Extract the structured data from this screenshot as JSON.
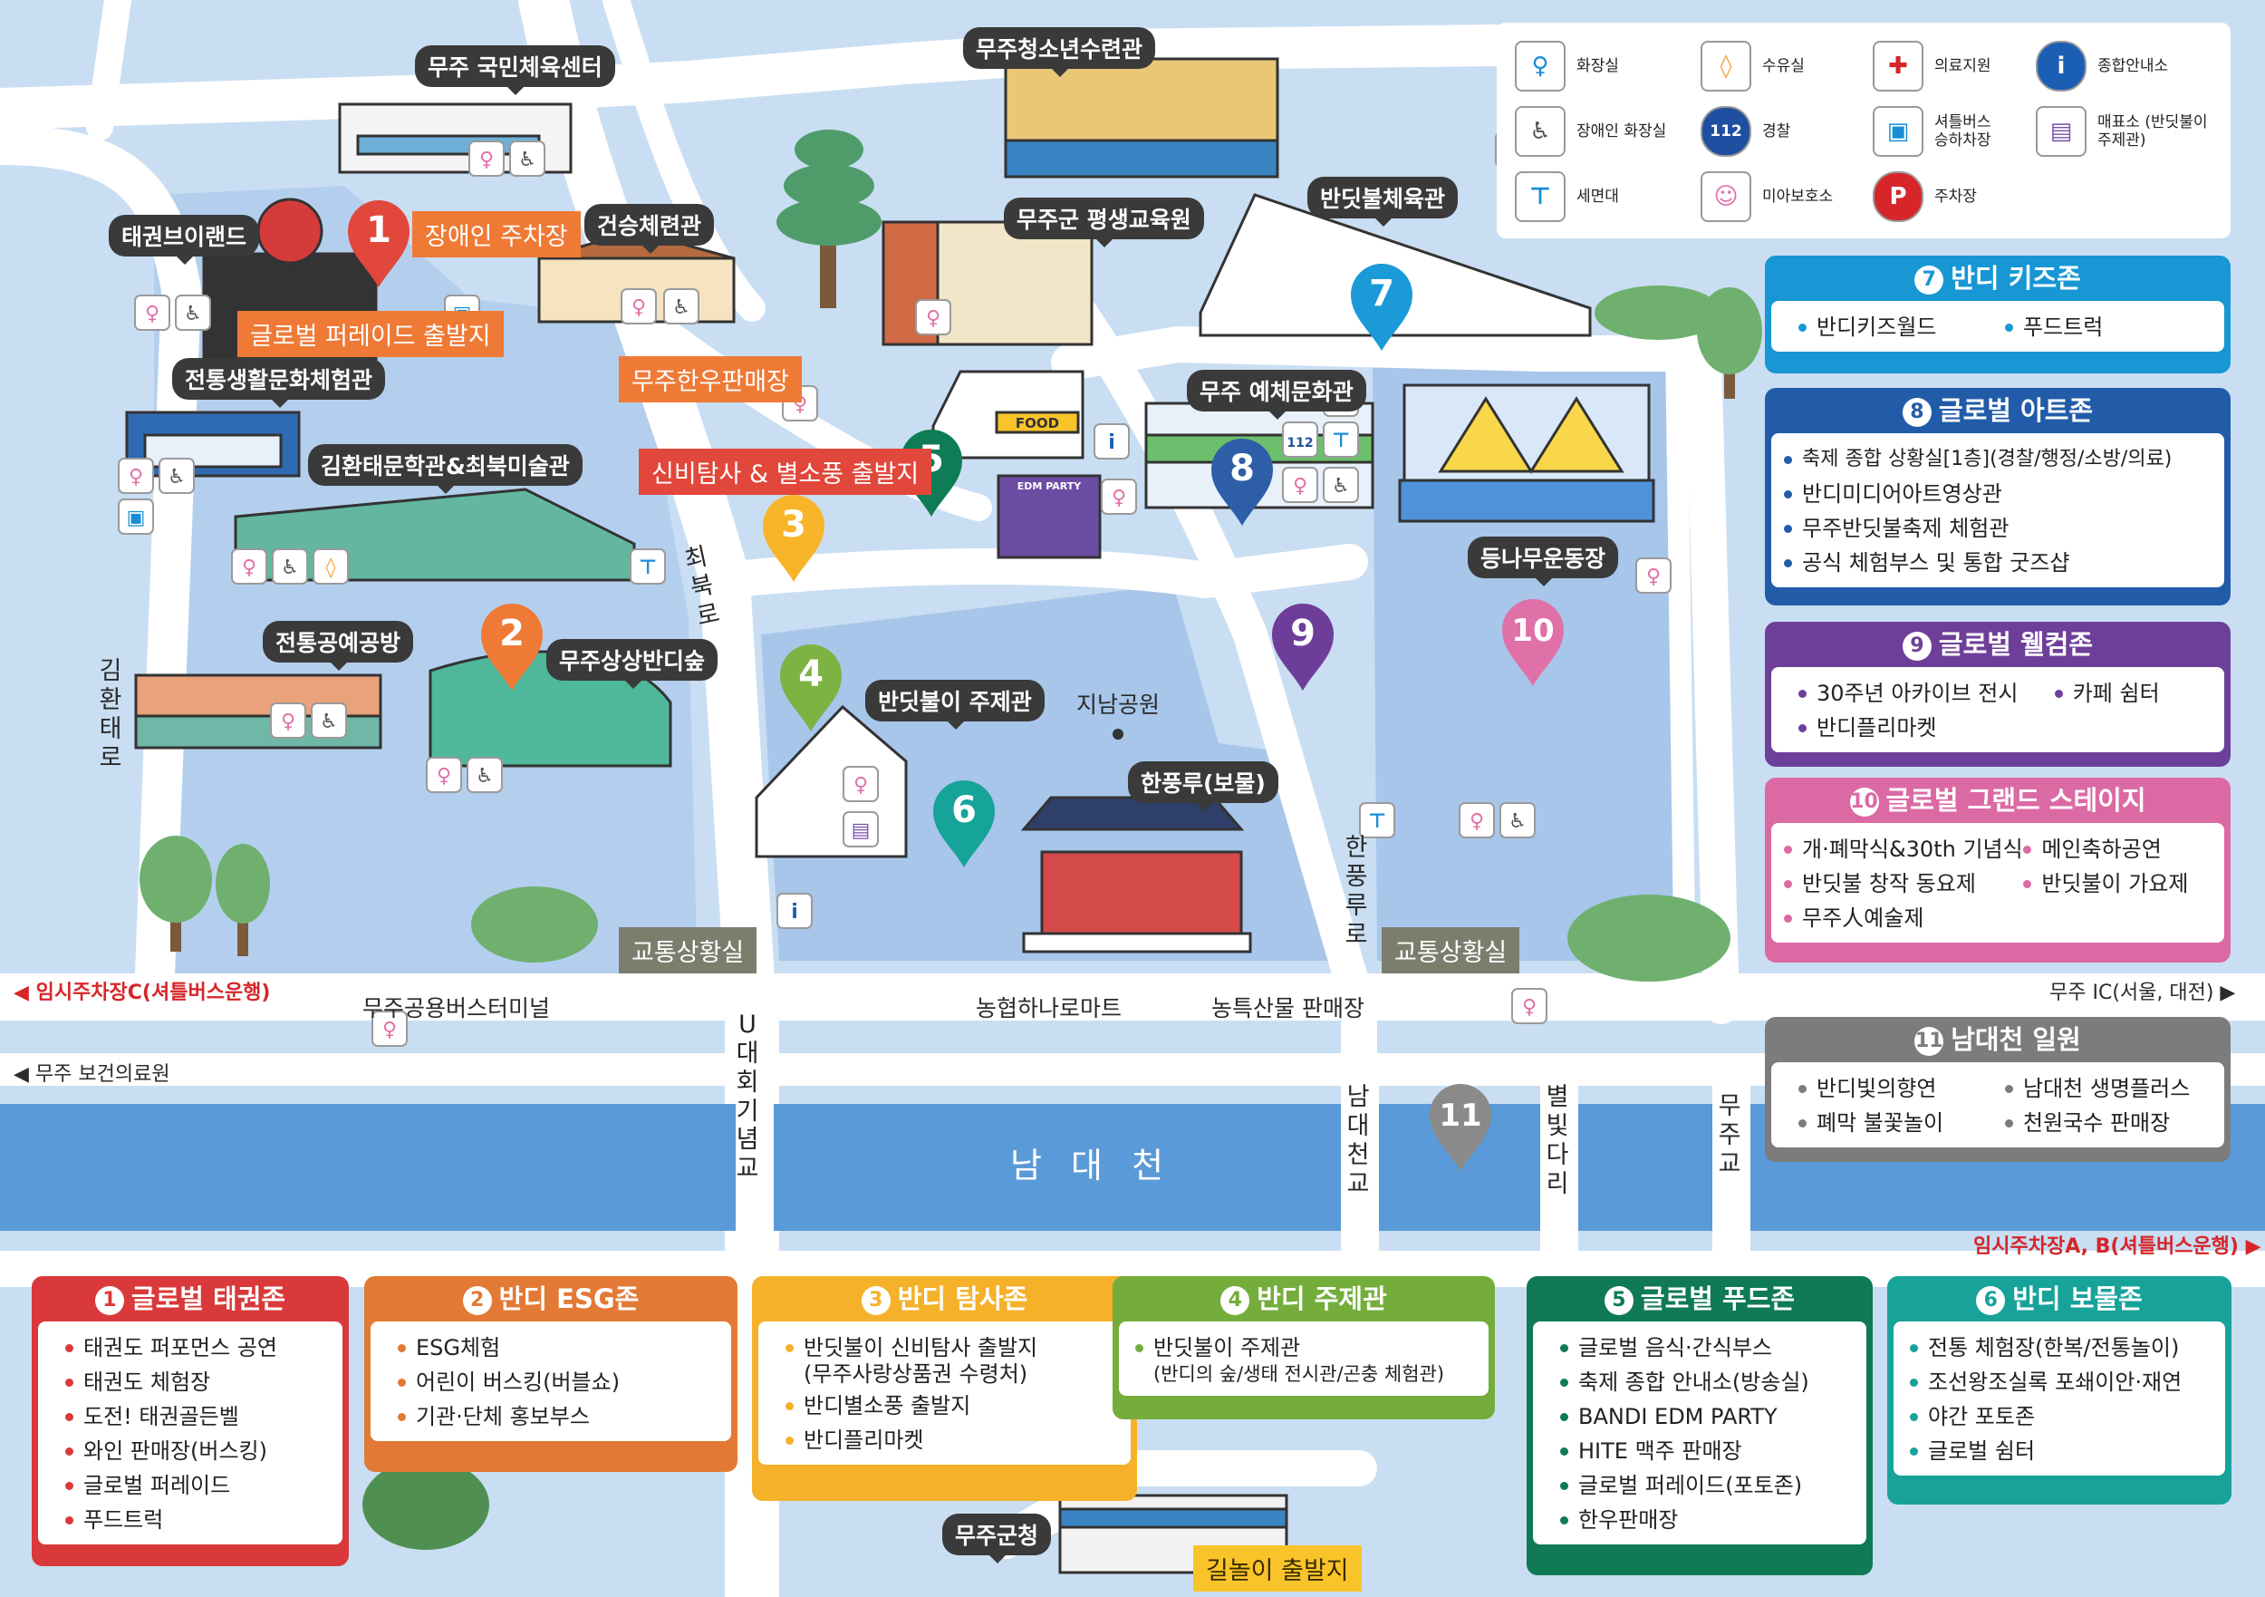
{
  "map": {
    "colors": {
      "background": "#c9def2",
      "road": "#ffffff",
      "block": "#a7c6ea",
      "river": "#5a9ad8",
      "tree": "#6fb06f"
    },
    "buildings": [
      "무주 국민체육센터",
      "무주청소년수련관",
      "태권브이랜드",
      "건승체련관",
      "무주군 평생교육원",
      "반딧불체육관",
      "전통생활문화체험관",
      "김환태문학관&최북미술관",
      "무주 예체문화관",
      "등나무운동장",
      "전통공예공방",
      "무주상상반디숲",
      "반딧불이 주제관",
      "한풍루(보물)",
      "무주군청"
    ],
    "highlights": [
      "장애인 주차장",
      "글로벌 퍼레이드 출발지",
      "무주한우판매장",
      "신비탐사 & 별소풍 출발지",
      "교통상황실",
      "교통상황실",
      "길놀이 출발지"
    ],
    "places": [
      "지남공원",
      "무주공용버스터미널",
      "농협하나로마트",
      "농특산물 판매장"
    ],
    "road_labels": {
      "choibuk": "최북로",
      "kimhwantae": "김환태로",
      "hanpungru": "한풍루로",
      "u_bridge": "U대회기념교",
      "namdae_bridge": "남대천교",
      "byeolbit": "별빛다리",
      "muju_bridge": "무주교"
    },
    "river": "남 대 천",
    "edge_labels": {
      "parking_c": "◀ 임시주차장C(셔틀버스운행)",
      "health": "◀ 무주 보건의료원",
      "ic": "무주 IC(서울, 대전) ▶",
      "parking_ab": "임시주차장A, B(셔틀버스운행) ▶"
    },
    "pins": [
      {
        "n": "1",
        "color": "#e1473b"
      },
      {
        "n": "2",
        "color": "#ef7a36"
      },
      {
        "n": "3",
        "color": "#f8b52a"
      },
      {
        "n": "4",
        "color": "#7cb342"
      },
      {
        "n": "5",
        "color": "#0e7c55"
      },
      {
        "n": "6",
        "color": "#16a39a"
      },
      {
        "n": "7",
        "color": "#1a9ad6"
      },
      {
        "n": "8",
        "color": "#2e5ea8"
      },
      {
        "n": "9",
        "color": "#6e3d99"
      },
      {
        "n": "10",
        "color": "#e071a8"
      },
      {
        "n": "11",
        "color": "#8a8a8a"
      }
    ],
    "icon_names": [
      "toilet-icon",
      "accessible-toilet-icon",
      "sink-icon",
      "bus-stop-icon",
      "ticket-icon",
      "info-icon",
      "first-aid-icon",
      "police-icon"
    ],
    "booth_labels": {
      "food": "FOOD",
      "edm": "EDM PARTY"
    }
  },
  "legend": [
    {
      "icon": "toilet-icon",
      "label": "화장실"
    },
    {
      "icon": "nursing-icon",
      "label": "수유실"
    },
    {
      "icon": "medical-icon",
      "label": "의료지원"
    },
    {
      "icon": "info-icon",
      "label": "종합안내소"
    },
    {
      "icon": "accessible-toilet-icon",
      "label": "장애인 화장실"
    },
    {
      "icon": "police-icon",
      "label": "경찰",
      "glyph": "112"
    },
    {
      "icon": "shuttle-icon",
      "label": "셔틀버스 승하차장"
    },
    {
      "icon": "ticket-icon",
      "label": "매표소 (반딧불이 주제관)"
    },
    {
      "icon": "sink-icon",
      "label": "세면대"
    },
    {
      "icon": "lost-child-icon",
      "label": "미아보호소"
    },
    {
      "icon": "parking-icon",
      "label": "주차장",
      "glyph": "P"
    }
  ],
  "zones": {
    "z1": {
      "num": "1",
      "title": "글로벌 태권존",
      "color": "#d9393a",
      "items": [
        "태권도 퍼포먼스 공연",
        "태권도 체험장",
        "도전! 태권골든벨",
        "와인 판매장(버스킹)",
        "글로벌 퍼레이드",
        "푸드트럭"
      ]
    },
    "z2": {
      "num": "2",
      "title": "반디 ESG존",
      "color": "#e27a35",
      "items": [
        "ESG체험",
        "어린이 버스킹(버블쇼)",
        "기관·단체 홍보부스"
      ]
    },
    "z3": {
      "num": "3",
      "title": "반디 탐사존",
      "color": "#f5b12a",
      "items": [
        "반딧불이 신비탐사 출발지",
        "(무주사랑상품권 수령처)",
        "반디별소풍 출발지",
        "반디플리마켓"
      ]
    },
    "z4": {
      "num": "4",
      "title": "반디 주제관",
      "color": "#74ad3b",
      "items": [
        "반딧불이 주제관",
        "(반디의 숲/생태 전시관/곤충 체험관)"
      ]
    },
    "z5": {
      "num": "5",
      "title": "글로벌 푸드존",
      "color": "#0f7a55",
      "items": [
        "글로벌 음식·간식부스",
        "축제 종합 안내소(방송실)",
        "BANDI EDM PARTY",
        "HITE 맥주 판매장",
        "글로벌 퍼레이드(포토존)",
        "한우판매장"
      ]
    },
    "z6": {
      "num": "6",
      "title": "반디 보물존",
      "color": "#17a29a",
      "items": [
        "전통 체험장(한복/전통놀이)",
        "조선왕조실록 포쇄이안·재연",
        "야간 포토존",
        "글로벌 쉼터"
      ]
    },
    "z7": {
      "num": "7",
      "title": "반디 키즈존",
      "color": "#1797d3",
      "items": [
        "반디키즈월드",
        "푸드트럭"
      ]
    },
    "z8": {
      "num": "8",
      "title": "글로벌 아트존",
      "color": "#225ca8",
      "items": [
        "축제 종합 상황실[1층](경찰/행정/소방/의료)",
        "반디미디어아트영상관",
        "무주반딧불축제 체험관",
        "공식 체험부스 및 통합 굿즈샵"
      ]
    },
    "z9": {
      "num": "9",
      "title": "글로벌 웰컴존",
      "color": "#6e3f99",
      "items": [
        "30주년 아카이브 전시",
        "카페 쉼터",
        "반디플리마켓"
      ]
    },
    "z10": {
      "num": "10",
      "title": "글로벌 그랜드 스테이지",
      "color": "#db6aa4",
      "items": [
        "개·폐막식&30th 기념식",
        "메인축하공연",
        "반딧불 창작 동요제",
        "반딧불이 가요제",
        "무주人예술제"
      ]
    },
    "z11": {
      "num": "11",
      "title": "남대천 일원",
      "color": "#7c7c7c",
      "items": [
        "반디빛의향연",
        "남대천 생명플러스",
        "폐막 불꽃놀이",
        "천원국수 판매장"
      ]
    }
  }
}
